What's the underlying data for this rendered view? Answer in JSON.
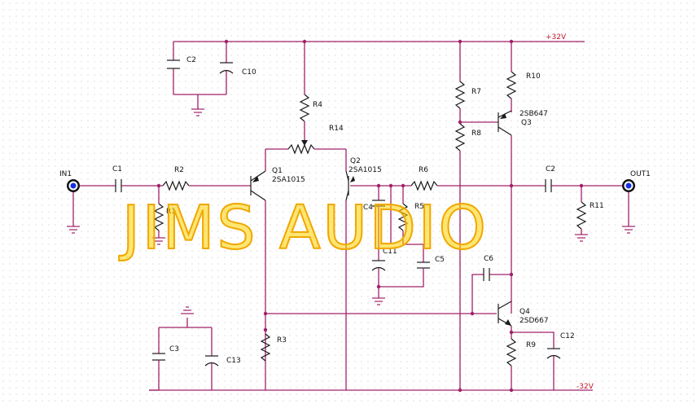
{
  "rails": {
    "positive": "+32V",
    "negative": "-32V"
  },
  "connectors": {
    "input": "IN1",
    "output": "OUT1"
  },
  "watermark": "JIMS AUDIO",
  "components": {
    "capacitors": {
      "c1": "C1",
      "c2_supply": "C2",
      "c10": "C10",
      "c4": "C4",
      "c11": "C11",
      "c5": "C5",
      "c6": "C6",
      "c2_output": "C2",
      "c3": "C3",
      "c13": "C13",
      "c12": "C12"
    },
    "resistors": {
      "r1": "R1",
      "r2": "R2",
      "r3": "R3",
      "r4": "R4",
      "r14": "R14",
      "r5": "R5",
      "r6": "R6",
      "r7": "R7",
      "r8": "R8",
      "r10": "R10",
      "r9": "R9",
      "r11": "R11"
    },
    "transistors": {
      "q1": {
        "ref": "Q1",
        "part": "2SA1015"
      },
      "q2": {
        "ref": "Q2",
        "part": "2SA1015"
      },
      "q3": {
        "ref": "Q3",
        "part": "2SB647"
      },
      "q4": {
        "ref": "Q4",
        "part": "2SD667"
      }
    }
  },
  "colors": {
    "wire": "#a0206a",
    "component": "#1a1a1a",
    "rail_label": "#c0182a",
    "watermark": "#ffd200",
    "jack": "#1530e0"
  }
}
